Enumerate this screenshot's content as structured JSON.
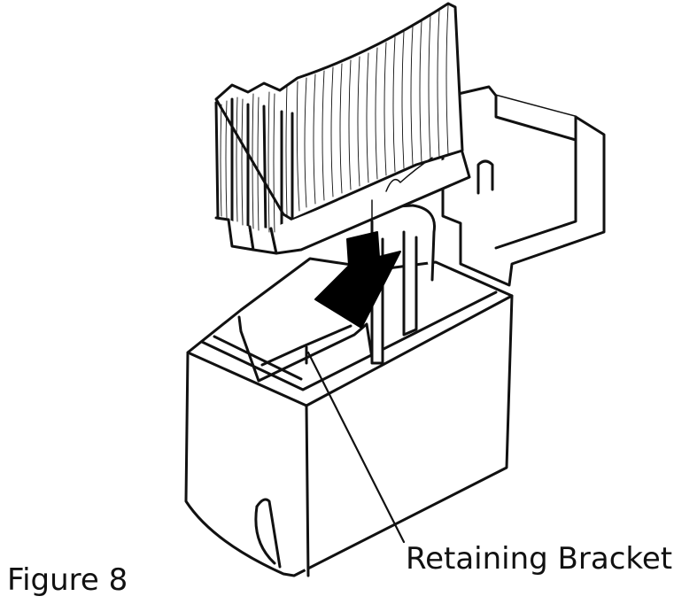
{
  "figure": {
    "caption": "Figure 8",
    "callout_label": "Retaining Bracket"
  },
  "colors": {
    "ink": "#111111",
    "paper": "#ffffff",
    "arrow": "#000000"
  },
  "parts": [
    "filter-cartridge",
    "container-box",
    "retaining-bracket",
    "insert-arrow"
  ]
}
